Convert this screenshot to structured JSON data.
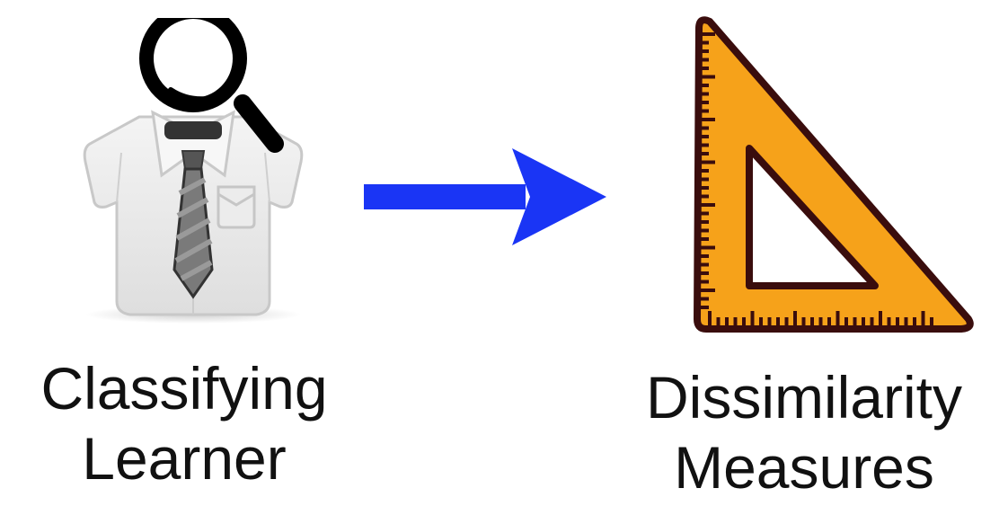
{
  "nodes": [
    {
      "id": "learner",
      "icon": "shirt-tie-magnifier-icon",
      "lines": [
        "Classifying",
        "Learner"
      ]
    },
    {
      "id": "measures",
      "icon": "set-square-ruler-icon",
      "lines": [
        "Dissimilarity",
        "Measures"
      ]
    }
  ],
  "edges": [
    {
      "from": "learner",
      "to": "measures",
      "style": "arrow"
    }
  ],
  "colors": {
    "arrow": "#1a35f5",
    "ruler_fill": "#f6a21a",
    "ruler_outline": "#3a0d0d",
    "shirt": "#e9e9e9",
    "tie": "#6c6c6c"
  }
}
